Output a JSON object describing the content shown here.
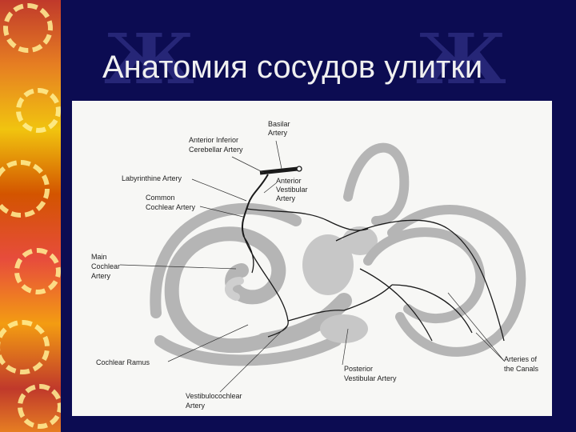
{
  "slide": {
    "title": "Анатомия сосудов улитки"
  },
  "colors": {
    "background": "#0c0c52",
    "title": "#f0f0f0",
    "figure_bg": "#f7f7f5",
    "vessel": "#1a1a1a",
    "bone": "#b5b5b5"
  },
  "figure": {
    "labels": {
      "basilar_1": "Basilar",
      "basilar_2": "Artery",
      "aica_1": "Anterior Inferior",
      "aica_2": "Cerebellar Artery",
      "labyrinthine": "Labyrinthine Artery",
      "common_cochlear_1": "Common",
      "common_cochlear_2": "Cochlear Artery",
      "anterior_vestibular_1": "Anterior",
      "anterior_vestibular_2": "Vestibular",
      "anterior_vestibular_3": "Artery",
      "main_cochlear_1": "Main",
      "main_cochlear_2": "Cochlear",
      "main_cochlear_3": "Artery",
      "cochlear_ramus": "Cochlear Ramus",
      "vestibulocochlear_1": "Vestibulocochlear",
      "vestibulocochlear_2": "Artery",
      "posterior_vestibular_1": "Posterior",
      "posterior_vestibular_2": "Vestibular Artery",
      "arteries_canals_1": "Arteries of",
      "arteries_canals_2": "the Canals"
    }
  }
}
